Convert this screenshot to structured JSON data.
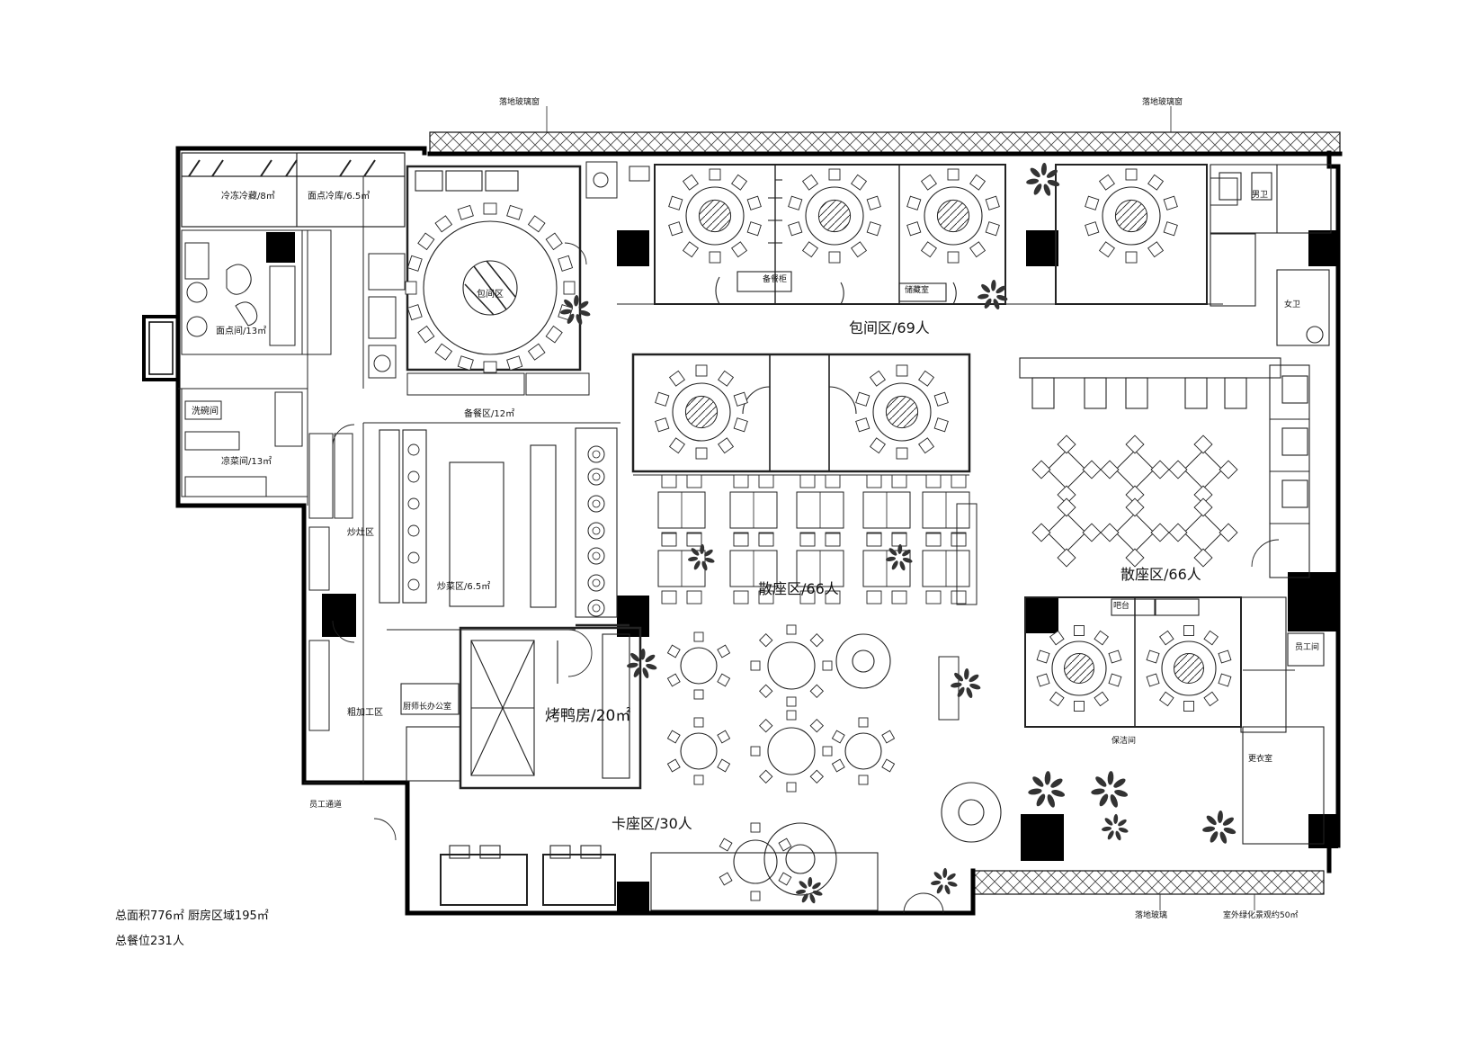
{
  "summary": {
    "area_line": "总面积776㎡  厨房区域195㎡",
    "seats_line": "总餐位231人"
  },
  "zones": {
    "private_rooms": "包间区/69人",
    "hall_left": "散座区/66人",
    "hall_right": "散座区/66人",
    "card_area": "卡座区/30人",
    "bbq_room": "烤鸭房/20㎡",
    "prep_area": "备餐区/12㎡",
    "hot_kitchen": "炒菜区/6.5㎡",
    "cold_room_1": "冷冻冷藏/8㎡",
    "cold_room_2": "面点冷库/6.5㎡",
    "pastry": "面点间/13㎡",
    "cold_dish": "凉菜间/13㎡",
    "dishwash": "洗碗间",
    "processing": "粗加工区",
    "office": "厨师长办公室",
    "stir_fry": "炒灶区",
    "staff_entry": "员工通道",
    "ring_room": "包间区",
    "hall_island": "吧台",
    "service": "备餐柜",
    "storage": "储藏室",
    "toilet_m": "男卫",
    "toilet_f": "女卫",
    "cleaning": "保洁间",
    "staff": "员工间",
    "changing": "更衣室",
    "window_note_1": "落地玻璃窗",
    "window_note_2": "落地玻璃窗",
    "bottom_note_1": "落地玻璃",
    "bottom_note_2": "室外绿化景观约50㎡"
  },
  "colors": {
    "wall": "#000000",
    "line": "#222222",
    "hatch": "#444444"
  }
}
